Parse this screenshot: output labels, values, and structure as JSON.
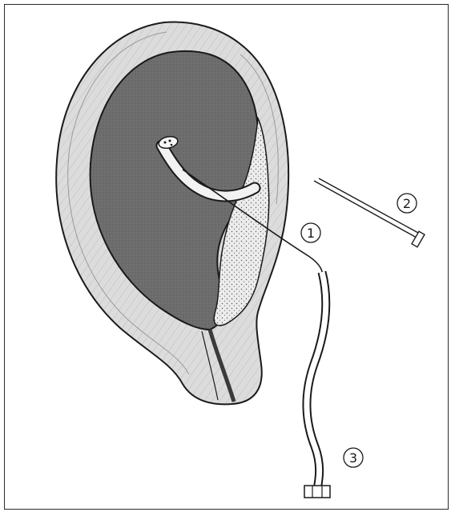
{
  "diagram": {
    "callouts": [
      {
        "id": "callout-1",
        "label": "1"
      },
      {
        "id": "callout-2",
        "label": "2"
      },
      {
        "id": "callout-3",
        "label": "3"
      }
    ],
    "colors": {
      "outline": "#1a1a1a",
      "uterine_wall": "#d8d8d8",
      "amniotic_cavity": "#6b6b6b",
      "placenta_stipple": "#e9e9e9",
      "background": "#ffffff"
    }
  }
}
